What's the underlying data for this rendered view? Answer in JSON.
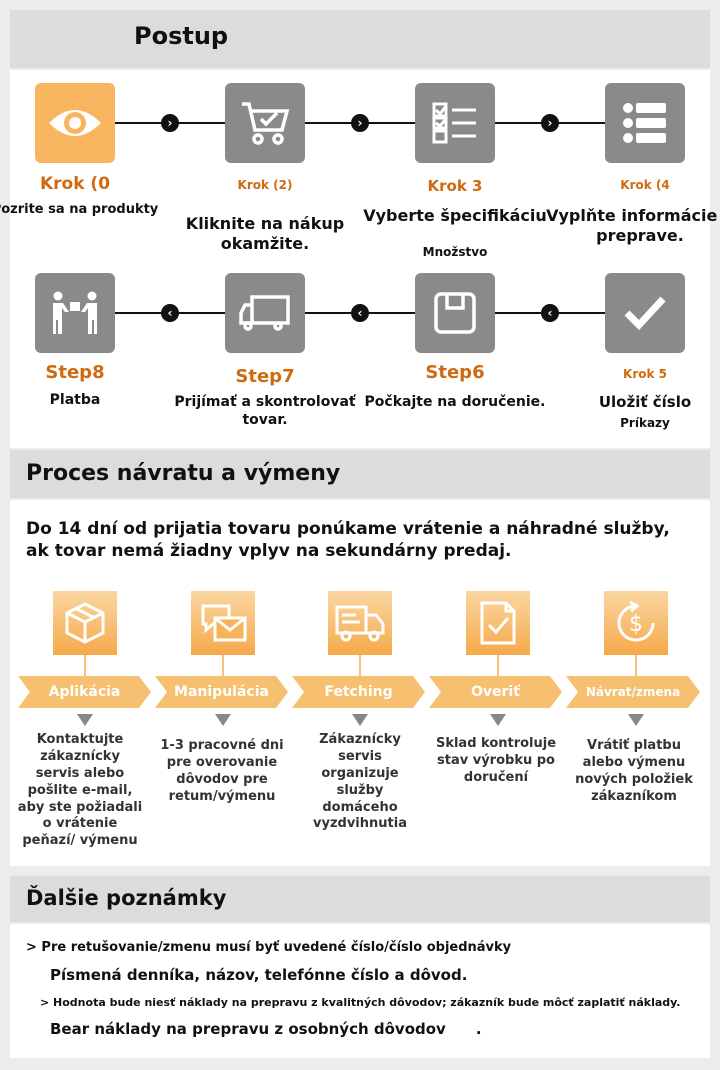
{
  "sections": {
    "process_title": "Postup",
    "return_title": "Proces návratu a výmeny",
    "notes_title": "Ďalšie poznámky"
  },
  "steps": [
    {
      "label": "Krok (0",
      "desc": "Pozrite sa na produkty",
      "icon": "eye-icon"
    },
    {
      "label": "Krok (2)",
      "desc": "Kliknite na nákup okamžite.",
      "icon": "cart-icon"
    },
    {
      "label": "Krok 3",
      "desc": "Vyberte špecifikáciu",
      "sub": "Množstvo",
      "icon": "checklist-icon"
    },
    {
      "label": "Krok (4",
      "desc": "Vyplňte informácie o preprave.",
      "icon": "list-icon"
    },
    {
      "label": "Krok 5",
      "desc": "Uložiť číslo",
      "sub": "Príkazy",
      "icon": "checkmark-icon"
    },
    {
      "label": "Step6",
      "desc": "Počkajte na doručenie.",
      "icon": "box-icon"
    },
    {
      "label": "Step7",
      "desc": "Prijímať a skontrolovať tovar.",
      "icon": "truck-icon"
    },
    {
      "label": "Step8",
      "desc": "Platba",
      "icon": "handover-icon"
    }
  ],
  "returns": {
    "intro": "Do 14 dní od prijatia tovaru ponúkame vrátenie a náhradné služby, ak tovar nemá žiadny vplyv na sekundárny predaj.",
    "items": [
      {
        "label": "Aplikácia",
        "desc": "Kontaktujte zákaznícky servis alebo pošlite e-mail, aby ste požiadali o vrátenie peňazí/ výmenu",
        "icon": "package-icon"
      },
      {
        "label": "Manipulácia",
        "desc": "1-3 pracovné dni pre overovanie dôvodov pre retum/výmenu",
        "icon": "mail-chat-icon"
      },
      {
        "label": "Fetching",
        "desc": "Zákaznícky servis organizuje služby domáceho vyzdvihnutia",
        "icon": "truck-icon"
      },
      {
        "label": "Overiť",
        "desc": "Sklad kontroluje stav výrobku po doručení",
        "icon": "document-check-icon"
      },
      {
        "label": "Návrat/zmena",
        "desc": "Vrátiť platbu alebo výmenu nových položiek zákazníkom",
        "icon": "refund-icon"
      }
    ]
  },
  "notes": {
    "line1": "> Pre retušovanie/zmenu musí byť uvedené číslo/číslo objednávky",
    "line2": "Písmená denníka, názov, telefónne číslo a dôvod.",
    "line3": "> Hodnota bude niesť náklady na prepravu z kvalitných dôvodov; zákazník bude môcť zaplatiť náklady.",
    "line4": "Bear náklady na prepravu z osobných dôvodov",
    "line4_end": "."
  },
  "colors": {
    "accent": "#f8b55f",
    "step_label": "#d06a10",
    "gray_box": "#8a8a8a"
  }
}
